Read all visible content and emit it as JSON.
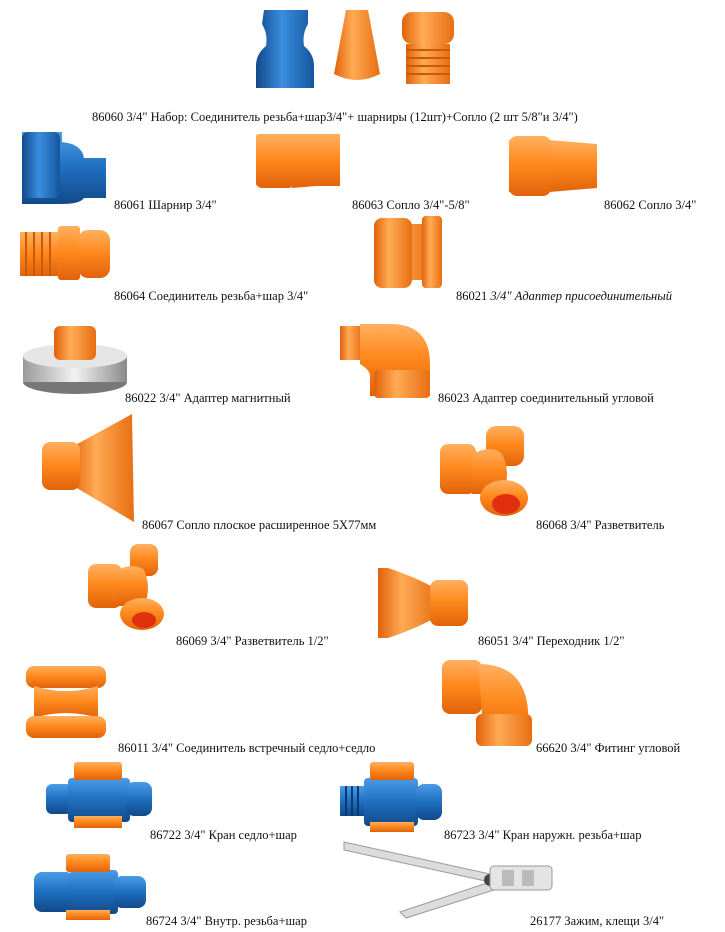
{
  "colors": {
    "orange": "#ff8a1e",
    "orange_dark": "#e2620a",
    "blue": "#1f6fc0",
    "blue_dark": "#12498a",
    "chrome": "#c9c9c9"
  },
  "products": [
    {
      "code": "86060",
      "text": "3/4\" Набор: Соединитель резьба+шар3/4\"+ шарниры (12шт)+Сопло (2 шт 5/8\"и 3/4\")",
      "italic": ""
    },
    {
      "code": "86061",
      "text": "Шарнир 3/4\"",
      "italic": ""
    },
    {
      "code": "86063",
      "text": "Сопло 3/4\"-5/8\"",
      "italic": ""
    },
    {
      "code": "86062",
      "text": "Сопло 3/4\"",
      "italic": ""
    },
    {
      "code": "86064",
      "text": "Соединитель резьба+шар 3/4\"",
      "italic": ""
    },
    {
      "code": "86021",
      "text": "",
      "italic": "3/4\" Адаптер присоединительный"
    },
    {
      "code": "86022",
      "text": "3/4\"  Адаптер магнитный",
      "italic": ""
    },
    {
      "code": "86023",
      "text": "Адаптер соединительный угловой",
      "italic": ""
    },
    {
      "code": "86067",
      "text": "Сопло плоское расширенное 5Х77мм",
      "italic": ""
    },
    {
      "code": "86068",
      "text": "3/4\" Разветвитель",
      "italic": ""
    },
    {
      "code": "86069",
      "text": "3/4\"  Разветвитель 1/2\"",
      "italic": ""
    },
    {
      "code": "86051",
      "text": "3/4\"  Переходник 1/2\"",
      "italic": ""
    },
    {
      "code": "86011",
      "text": "3/4\" Соединитель встречный седло+седло",
      "italic": ""
    },
    {
      "code": "66620",
      "text": "3/4\"  Фитинг угловой",
      "italic": ""
    },
    {
      "code": "86722",
      "text": "3/4\"  Кран седло+шар",
      "italic": ""
    },
    {
      "code": "86723",
      "text": "3/4\"  Кран наружн. резьба+шар",
      "italic": ""
    },
    {
      "code": "86724",
      "text": "3/4\"  Внутр. резьба+шар",
      "italic": ""
    },
    {
      "code": "26177",
      "text": "Зажим, клещи 3/4\"",
      "italic": ""
    }
  ]
}
